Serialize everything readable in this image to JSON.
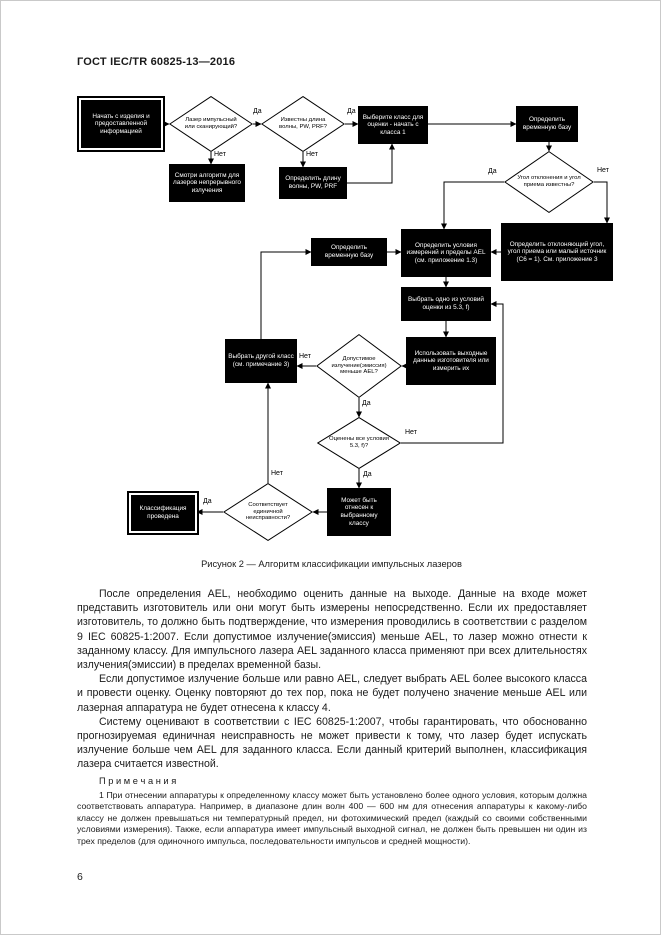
{
  "header": {
    "title": "ГОСТ IEC/TR 60825-13—2016"
  },
  "flowchart": {
    "caption": "Рисунок 2 — Алгоритм классификации импульсных лазеров",
    "labels": {
      "yes": "Да",
      "no": "Нет"
    },
    "nodes": {
      "start": "Начать с изделия и предоставленной информацией",
      "pulsed_q": "Лазер импульсный или сканирующий?",
      "cw_algo": "Смотри алгоритм для лазеров непрерывного излучения",
      "known_q": "Известны длина волны, PW, PRF?",
      "determine_wl": "Определить длину волны, PW, PRF",
      "select_class": "Выберите класс для оценки - начать с класса 1",
      "time_base_1": "Определить временную базу",
      "angle_q": "Угол отклонения и угол приема известны?",
      "determine_angle": "Определить отклоняющий угол, угол приема или малый источник (C6 = 1). См. приложение 3",
      "conditions_ael": "Определить условия измерений и пределы AEL (см. приложение 1.3)",
      "time_base_2": "Определить временную базу",
      "select_condition": "Выбрать одно из условий оценки из 5.3, f)",
      "emission_q": "Допустимое излучение(эмиссия) меньше AEL?",
      "use_data": "Использовать выходные данные изготовителя или измерить их",
      "other_class": "Выбрать другой класс (см. примечание 3)",
      "all_conditions_q": "Оценены все условия 5.3, f)?",
      "can_assign": "Может быть отнесен к выбранному классу",
      "fault_q": "Соответствует единичной неисправности?",
      "done": "Классификация проведена"
    }
  },
  "body": {
    "paragraphs": [
      "После определения AEL, необходимо оценить данные на выходе. Данные на входе может представить изготовитель или они могут быть измерены непосредственно. Если их предоставляет изготовитель, то должно быть подтверждение, что измерения проводились в соответствии с разделом 9 IEC 60825-1:2007. Если допустимое излучение(эмиссия) меньше AEL, то лазер можно отнести к заданному классу. Для импульсного лазера AEL заданного класса применяют при всех длительностях излучения(эмиссии) в пределах временной базы.",
      "Если допустимое излучение больше или равно AEL, следует выбрать AEL более высокого класса и провести оценку. Оценку повторяют до тех пор, пока не будет получено значение меньше AEL или лазерная аппаратура не будет отнесена к классу 4.",
      "Систему оценивают в соответствии с IEC 60825-1:2007, чтобы гарантировать, что обоснованно прогнозируемая единичная неисправность не может привести к тому, что лазер будет испускать излучение больше чем AEL для заданного класса. Если данный критерий выполнен, классификация лазера считается известной."
    ],
    "notes_heading": "П р и м е ч а н и я",
    "notes": [
      "1 При отнесении аппаратуры к определенному классу может быть установлено более одного условия, которым должна соответствовать аппаратура. Например, в диапазоне длин волн 400 — 600 нм для отнесения аппаратуры к какому-либо классу не должен превышаться ни температурный предел, ни фотохимический предел (каждый со своими собственными условиями измерения). Также, если аппаратура имеет импульсный выходной сигнал, не должен быть превышен ни один из трех пределов (для одиночного импульса, последовательности импульсов и средней мощности)."
    ]
  },
  "footer": {
    "page_number": "6"
  }
}
